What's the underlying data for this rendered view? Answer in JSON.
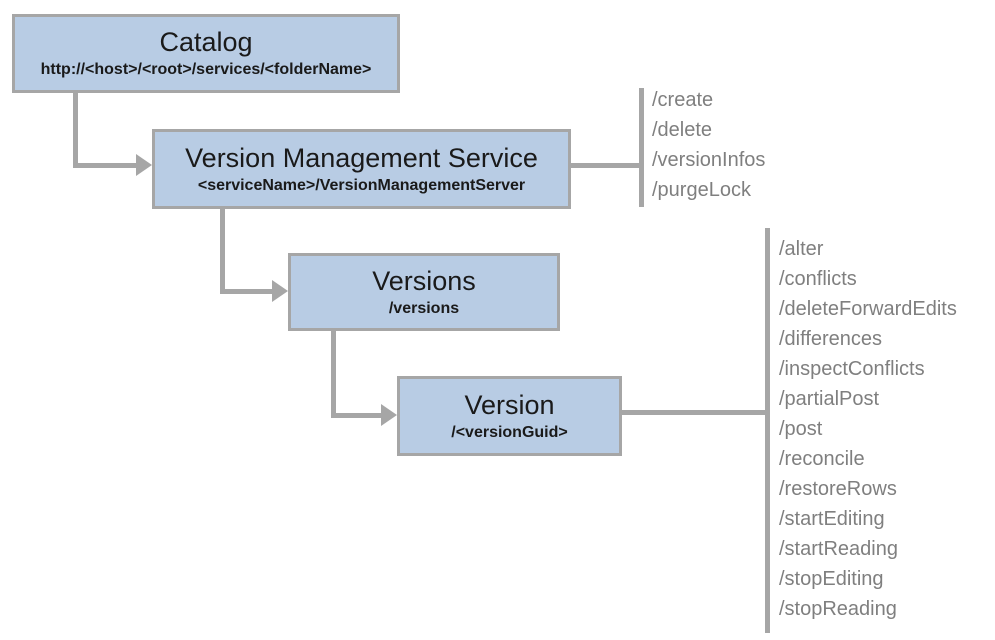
{
  "palette": {
    "node_fill": "#b8cce4",
    "node_border": "#a6a6a6",
    "connector": "#a6a6a6",
    "title_color": "#1a1a1a",
    "endpoint_color": "#7f7f7f",
    "background": "#ffffff"
  },
  "nodes": {
    "catalog": {
      "title": "Catalog",
      "subtitle": "http://<host>/<root>/services/<folderName>"
    },
    "version_management_service": {
      "title": "Version Management Service",
      "subtitle": "<serviceName>/VersionManagementServer"
    },
    "versions": {
      "title": "Versions",
      "subtitle": "/versions"
    },
    "version": {
      "title": "Version",
      "subtitle": "/<versionGuid>"
    }
  },
  "endpoint_lists": {
    "version_management_service": [
      "/create",
      "/delete",
      "/versionInfos",
      "/purgeLock"
    ],
    "version": [
      "/alter",
      "/conflicts",
      "/deleteForwardEdits",
      "/differences",
      "/inspectConflicts",
      "/partialPost",
      "/post",
      "/reconcile",
      "/restoreRows",
      "/startEditing",
      "/startReading",
      "/stopEditing",
      "/stopReading"
    ]
  }
}
